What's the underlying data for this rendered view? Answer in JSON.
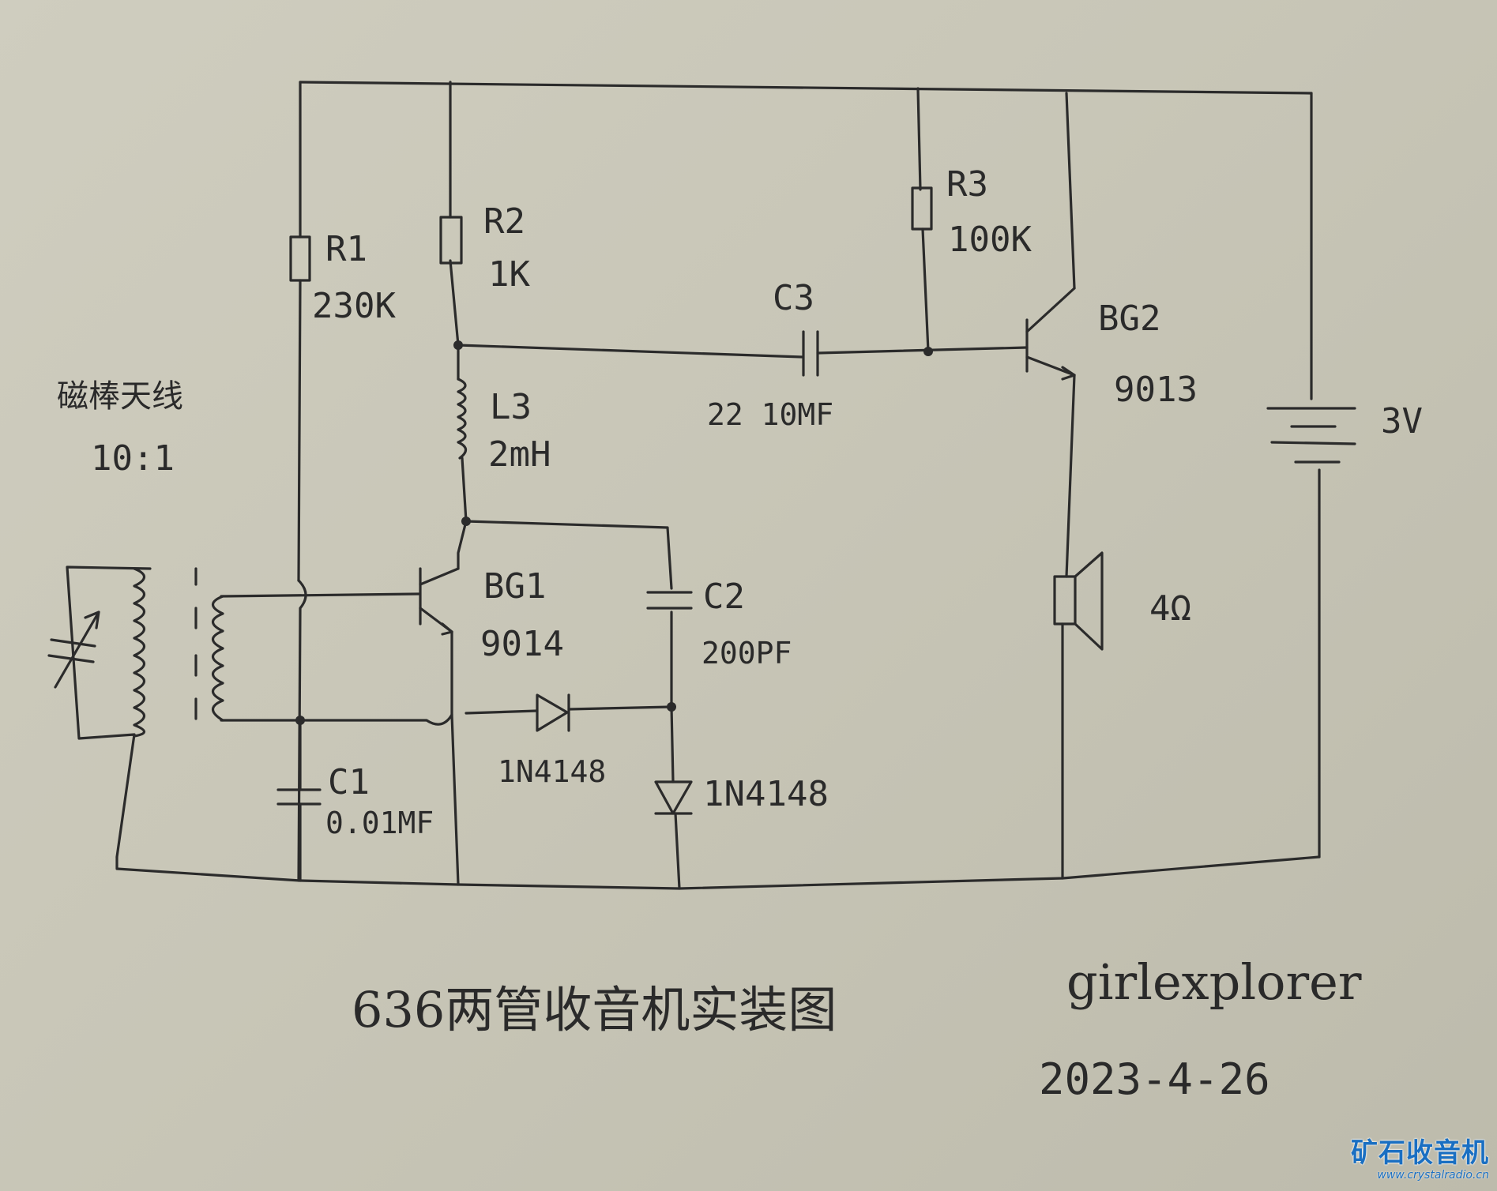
{
  "antenna": {
    "label": "磁棒天线",
    "ratio": "10:1"
  },
  "components": {
    "r1": {
      "name": "R1",
      "value": "230K"
    },
    "r2": {
      "name": "R2",
      "value": "1K"
    },
    "r3": {
      "name": "R3",
      "value": "100K"
    },
    "c1": {
      "name": "C1",
      "value": "0.01MF"
    },
    "c2": {
      "name": "C2",
      "value": "200PF"
    },
    "c3": {
      "name": "C3",
      "value": "22 10MF"
    },
    "l3": {
      "name": "L3",
      "value": "2mH"
    },
    "bg1": {
      "name": "BG1",
      "value": "9014"
    },
    "bg2": {
      "name": "BG2",
      "value": "9013"
    },
    "d1": {
      "value": "1N4148"
    },
    "d2": {
      "value": "1N4148"
    },
    "battery": {
      "value": "3V"
    },
    "speaker": {
      "value": "4Ω"
    }
  },
  "caption": {
    "title": "636两管收音机实装图",
    "author": "girlexplorer",
    "date": "2023-4-26"
  },
  "watermark": {
    "logo": "矿石收音机",
    "url": "www.crystalradio.cn"
  },
  "colors": {
    "ink": "#2b2b2b",
    "paper": "#c9c7b8",
    "watermark": "#1a6fc2"
  }
}
